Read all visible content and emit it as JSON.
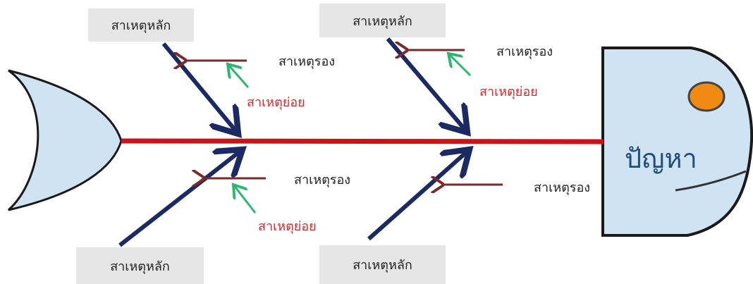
{
  "diagram": {
    "problem_label": "ปัญหา",
    "main_causes": [
      {
        "label": "สาเหตุหลัก"
      },
      {
        "label": "สาเหตุหลัก"
      },
      {
        "label": "สาเหตุหลัก"
      },
      {
        "label": "สาเหตุหลัก"
      }
    ],
    "secondary_causes": [
      {
        "label": "สาเหตุรอง"
      },
      {
        "label": "สาเหตุรอง"
      },
      {
        "label": "สาเหตุรอง"
      },
      {
        "label": "สาเหตุรอง"
      }
    ],
    "sub_causes": [
      {
        "label": "สาเหตุย่อย"
      },
      {
        "label": "สาเหตุย่อย"
      },
      {
        "label": "สาเหตุย่อย"
      }
    ]
  },
  "colors": {
    "spine": "#c8151b",
    "main_bone": "#1b2a63",
    "secondary_arrow": "#7a2a2a",
    "sub_arrow": "#2bb673",
    "fish_fill": "#cfe3f2",
    "eye": "#f08a12"
  }
}
